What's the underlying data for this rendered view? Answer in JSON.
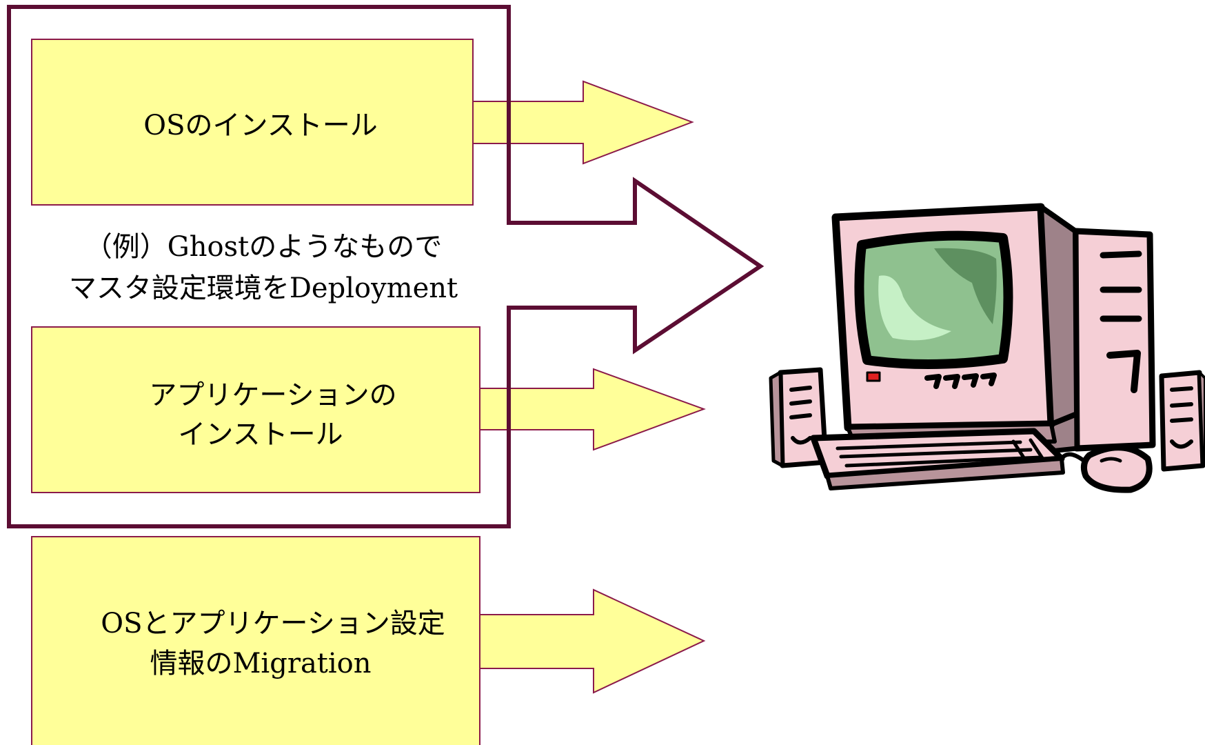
{
  "colors": {
    "box_fill": "#ffff99",
    "box_stroke": "#8b1a4a",
    "frame_stroke": "#5c0d33",
    "arrow_fill": "#ffff99",
    "big_arrow_fill": "#ffffff",
    "text": "#000000"
  },
  "steps": {
    "os_install": {
      "line1": "OSのインストール"
    },
    "deploy_note": {
      "line1": "（例）Ghostのようなもので",
      "line2": "マスタ設定環境をDeployment"
    },
    "app_install": {
      "line1": "アプリケーションの",
      "line2": "インストール"
    },
    "migration": {
      "line1": "OSとアプリケーション設定",
      "line2": "情報のMigration"
    }
  },
  "illustration": {
    "icon": "desktop-computer-clipart-icon"
  }
}
